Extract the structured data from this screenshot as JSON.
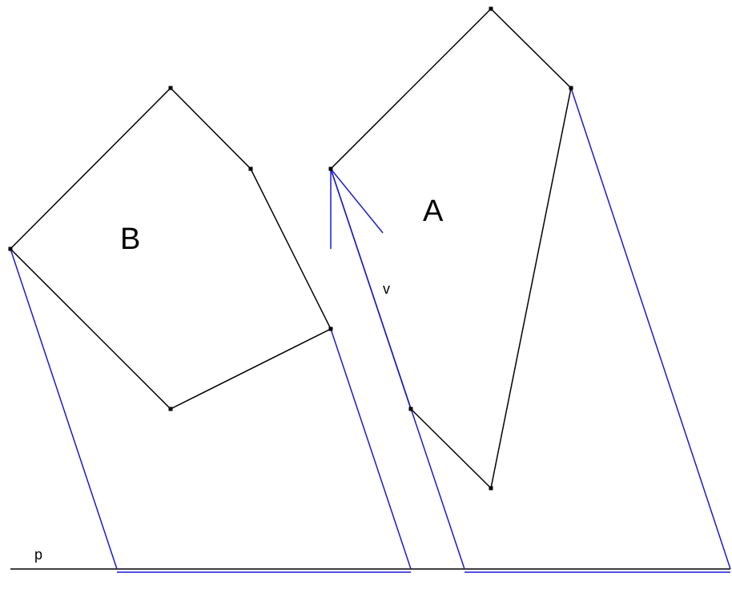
{
  "labels": {
    "polygon_a": "A",
    "polygon_b": "B",
    "direction": "v",
    "line": "p"
  },
  "colors": {
    "polygon_edge": "#000000",
    "projection": "#1a1ad6",
    "baseline": "#000000",
    "vertex": "#000000"
  }
}
